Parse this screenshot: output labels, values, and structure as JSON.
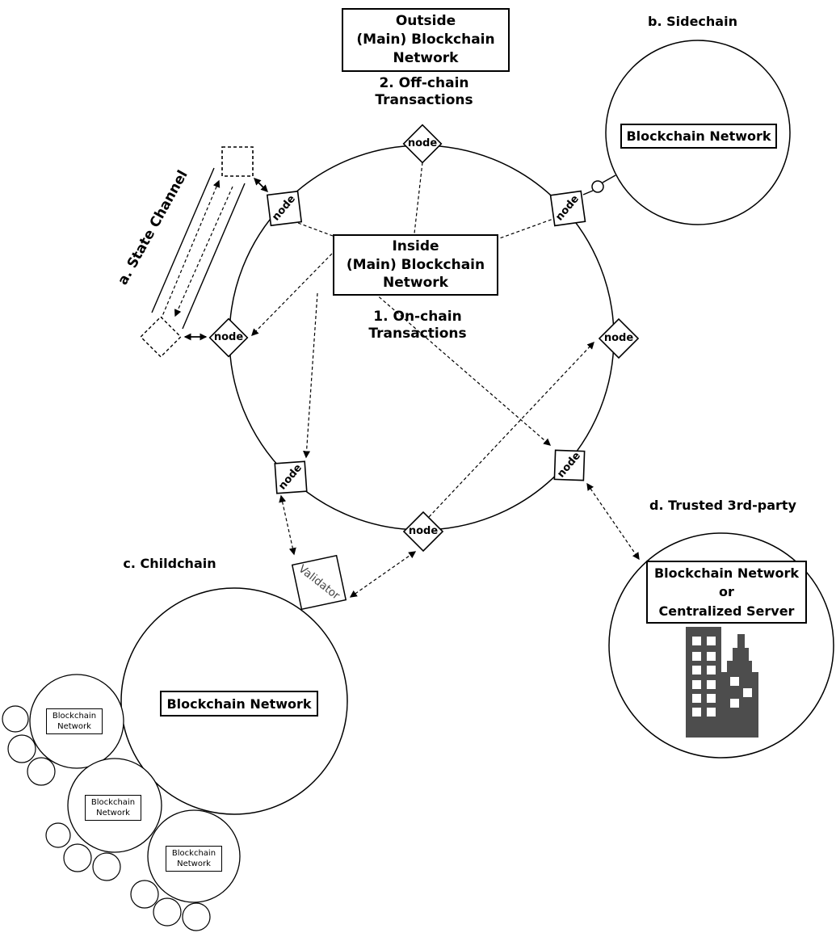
{
  "diagram": {
    "main": {
      "outside_box": "Outside\n(Main) Blockchain\nNetwork",
      "off_chain_label": "2. Off-chain\nTransactions",
      "inside_box": "Inside\n(Main) Blockchain\nNetwork",
      "on_chain_label": "1. On-chain\nTransactions",
      "node_label": "node"
    },
    "state_channel": {
      "label": "a. State Channel"
    },
    "sidechain": {
      "label": "b. Sidechain",
      "network_box": "Blockchain Network"
    },
    "childchain": {
      "label": "c. Childchain",
      "validator_label": "Validator",
      "network_box": "Blockchain Network",
      "small_network_box": "Blockchain\nNetwork"
    },
    "trusted": {
      "label": "d. Trusted 3rd-party",
      "network_box": "Blockchain Network\nor\nCentralized Server"
    },
    "colors": {
      "line": "#000000",
      "building": "#4d4d4d",
      "validator_text": "#444444"
    }
  }
}
